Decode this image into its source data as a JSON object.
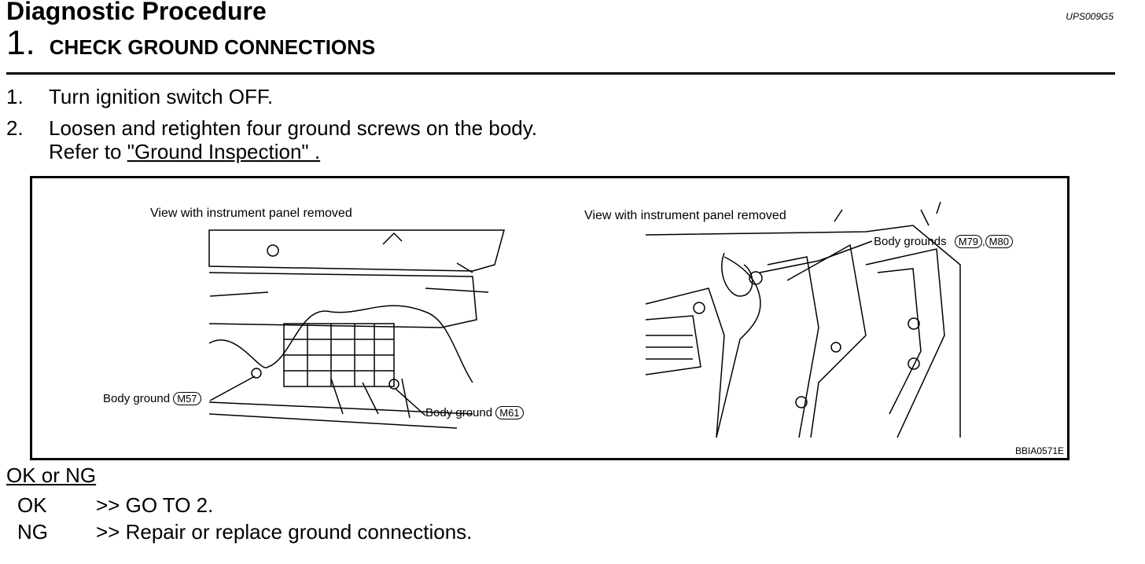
{
  "header": {
    "title": "Diagnostic Procedure",
    "doc_id": "UPS009G5",
    "step_number": "1.",
    "step_title": "CHECK GROUND CONNECTIONS"
  },
  "instructions": [
    {
      "num": "1.",
      "text": "Turn ignition switch OFF."
    },
    {
      "num": "2.",
      "text": "Loosen and retighten four ground screws on the body."
    }
  ],
  "refer": {
    "prefix": "Refer to ",
    "link": "\"Ground Inspection\" ."
  },
  "figure": {
    "left_caption": "View with instrument panel removed",
    "right_caption": "View with instrument panel removed",
    "left_label_1": "Body ground",
    "left_connector_1": "M57",
    "left_label_2": "Body ground",
    "left_connector_2": "M61",
    "right_label": "Body grounds",
    "right_connector_1": "M79",
    "right_connector_2": "M80",
    "figure_id": "BBIA0571E"
  },
  "result": {
    "heading": "OK or NG",
    "ok_key": "OK",
    "ok_text": ">> GO TO 2.",
    "ng_key": "NG",
    "ng_text": ">> Repair or replace ground connections."
  }
}
